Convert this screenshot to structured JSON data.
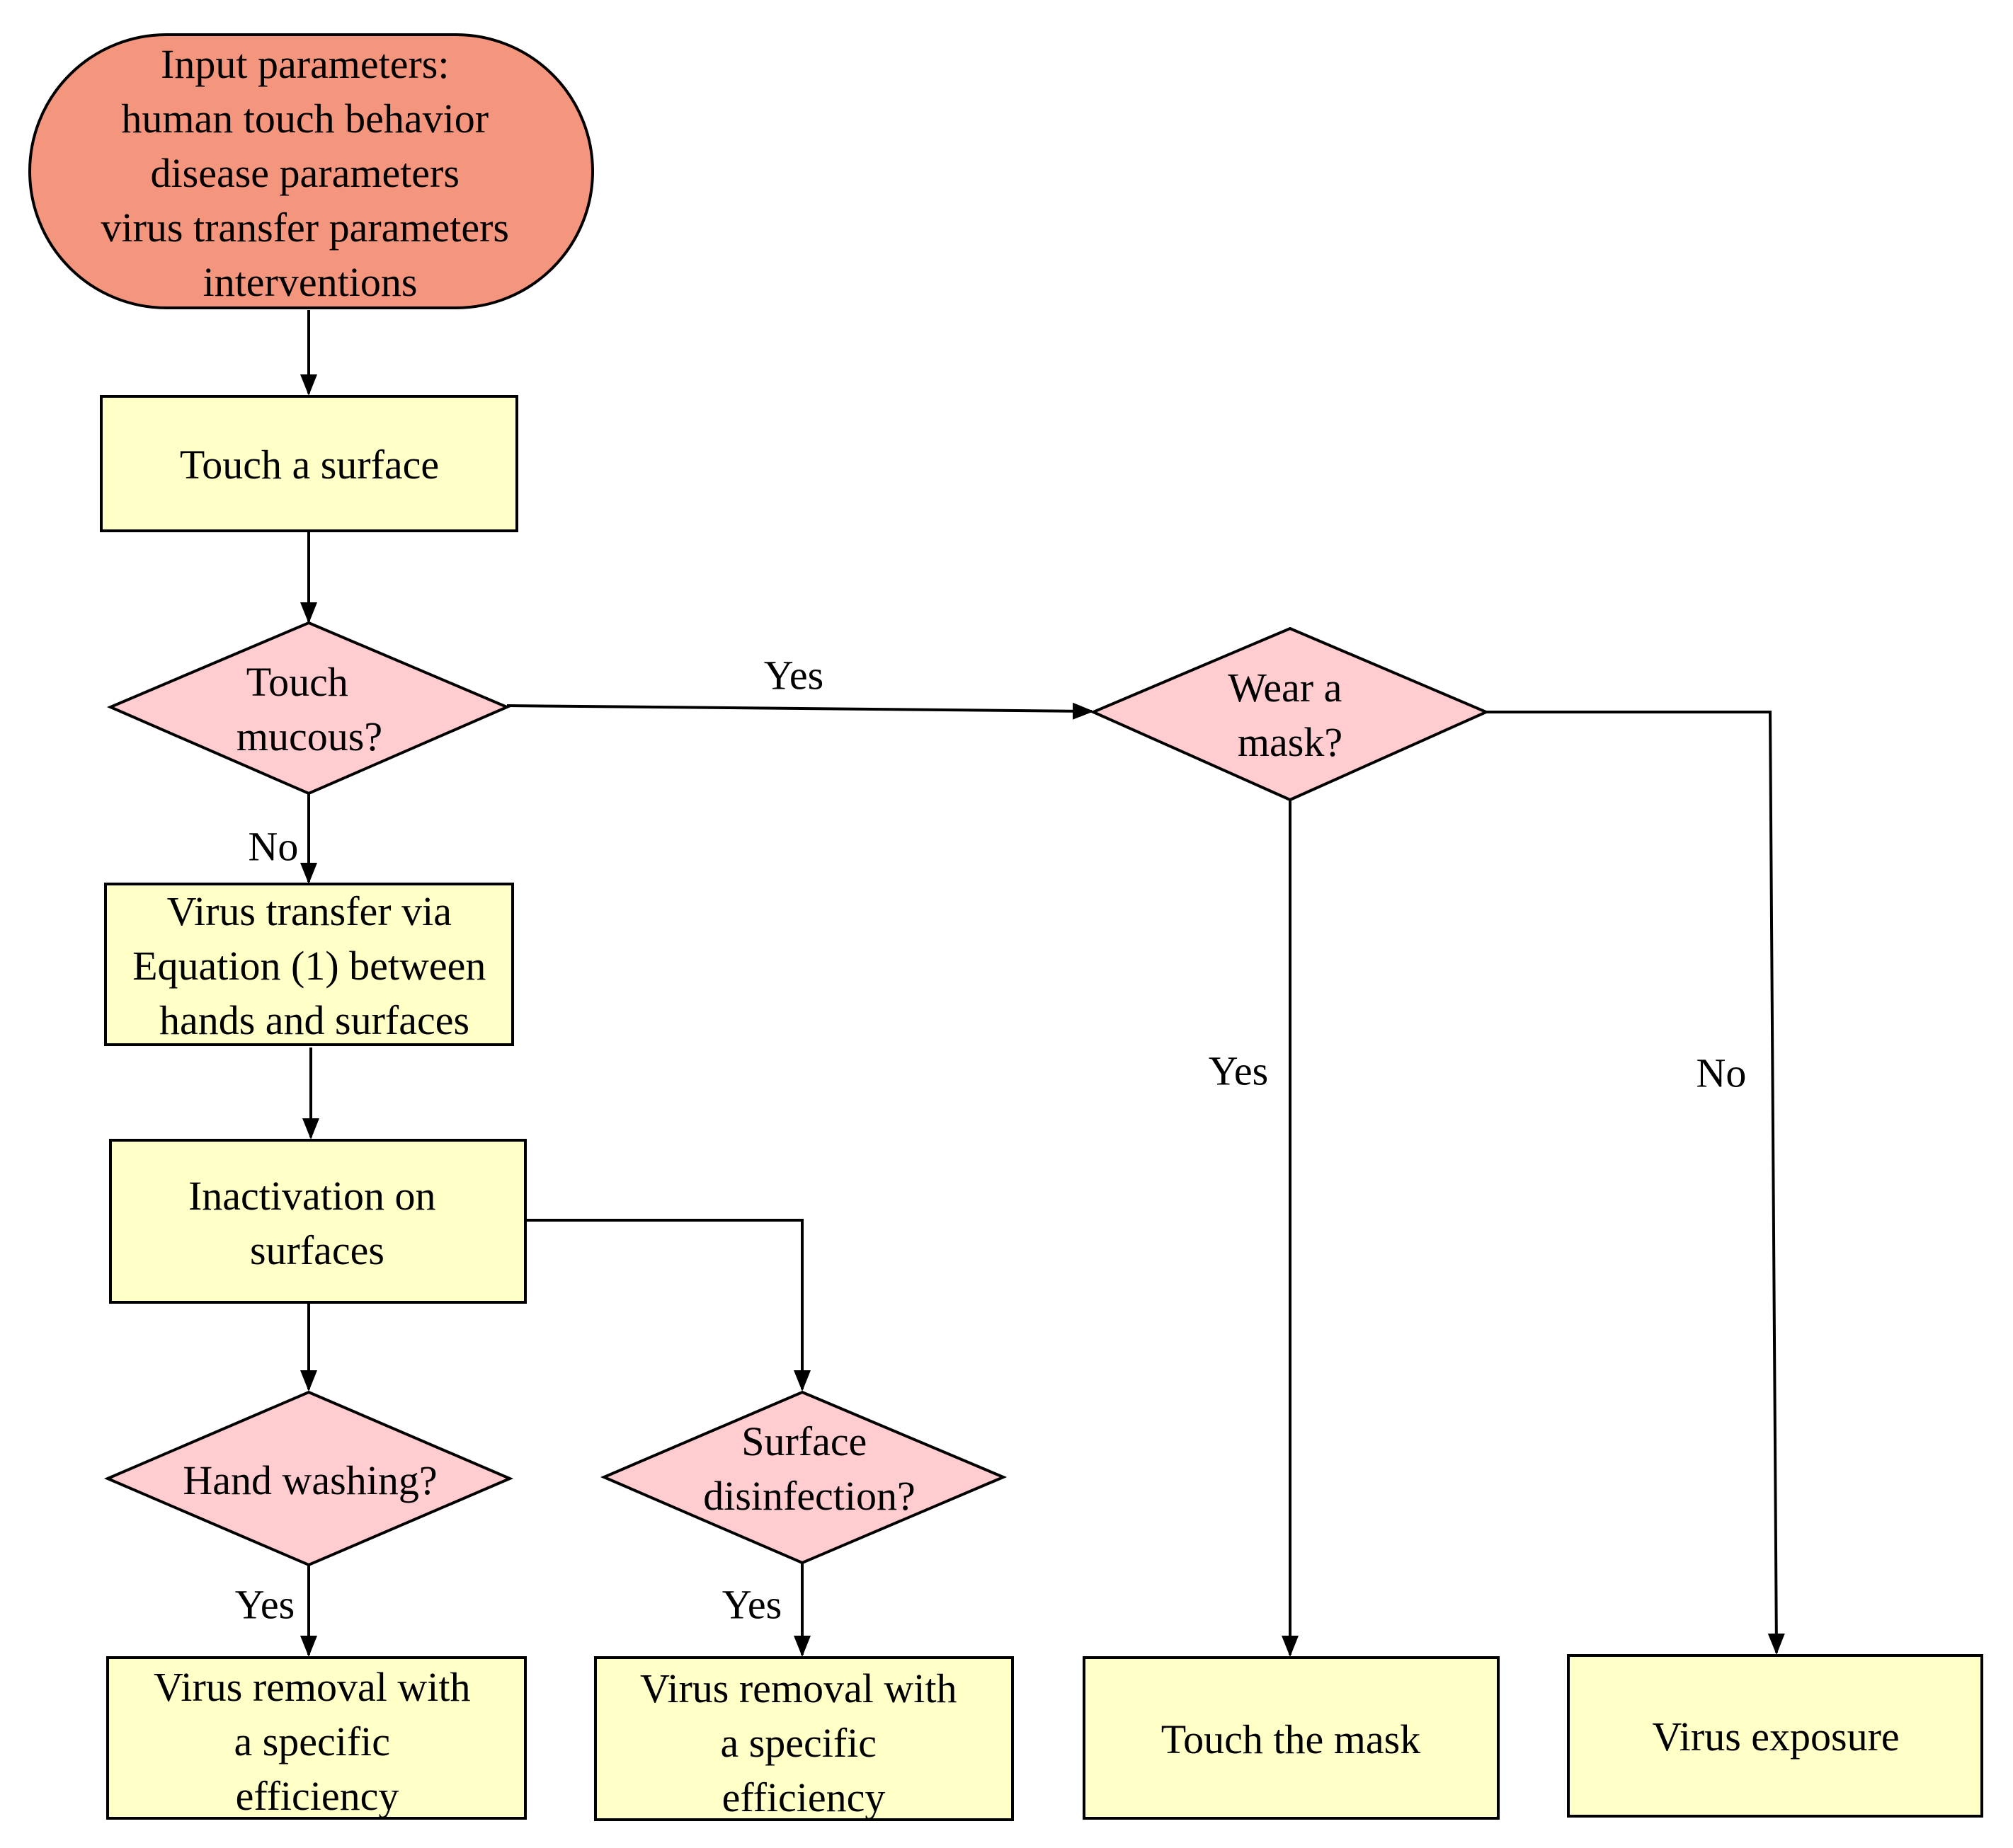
{
  "colors": {
    "start_fill": "#F4957D",
    "process_fill": "#FFFFC8",
    "decision_fill": "#FFCCD0",
    "stroke": "#000000"
  },
  "nodes": {
    "input_params": {
      "shape": "terminal",
      "lines": [
        "Input parameters:",
        "human touch behavior",
        "disease parameters",
        "virus transfer parameters",
        "interventions"
      ]
    },
    "touch_surface": {
      "shape": "process",
      "lines": [
        "Touch a surface"
      ]
    },
    "touch_mucous": {
      "shape": "decision",
      "lines": [
        "Touch",
        "mucous?"
      ]
    },
    "virus_transfer": {
      "shape": "process",
      "lines": [
        "Virus transfer via",
        "Equation (1) between",
        "hands and surfaces"
      ]
    },
    "inactivation": {
      "shape": "process",
      "lines": [
        "Inactivation on",
        "surfaces"
      ]
    },
    "hand_washing": {
      "shape": "decision",
      "lines": [
        "Hand washing?"
      ]
    },
    "surface_disinfection": {
      "shape": "decision",
      "lines": [
        "Surface",
        "disinfection?"
      ]
    },
    "removal_hand": {
      "shape": "process",
      "lines": [
        "Virus removal with",
        "a specific",
        "efficiency"
      ]
    },
    "removal_surface": {
      "shape": "process",
      "lines": [
        "Virus removal with",
        "a specific",
        "efficiency"
      ]
    },
    "wear_mask": {
      "shape": "decision",
      "lines": [
        "Wear a",
        "mask?"
      ]
    },
    "touch_mask": {
      "shape": "process",
      "lines": [
        "Touch the mask"
      ]
    },
    "virus_exposure": {
      "shape": "process",
      "lines": [
        "Virus exposure"
      ]
    }
  },
  "edges": [
    {
      "from": "input_params",
      "to": "touch_surface",
      "label": ""
    },
    {
      "from": "touch_surface",
      "to": "touch_mucous",
      "label": ""
    },
    {
      "from": "touch_mucous",
      "to": "virus_transfer",
      "label": "No"
    },
    {
      "from": "touch_mucous",
      "to": "wear_mask",
      "label": "Yes"
    },
    {
      "from": "virus_transfer",
      "to": "inactivation",
      "label": ""
    },
    {
      "from": "inactivation",
      "to": "hand_washing",
      "label": ""
    },
    {
      "from": "inactivation",
      "to": "surface_disinfection",
      "label": ""
    },
    {
      "from": "hand_washing",
      "to": "removal_hand",
      "label": "Yes"
    },
    {
      "from": "surface_disinfection",
      "to": "removal_surface",
      "label": "Yes"
    },
    {
      "from": "wear_mask",
      "to": "touch_mask",
      "label": "Yes"
    },
    {
      "from": "wear_mask",
      "to": "virus_exposure",
      "label": "No"
    }
  ]
}
